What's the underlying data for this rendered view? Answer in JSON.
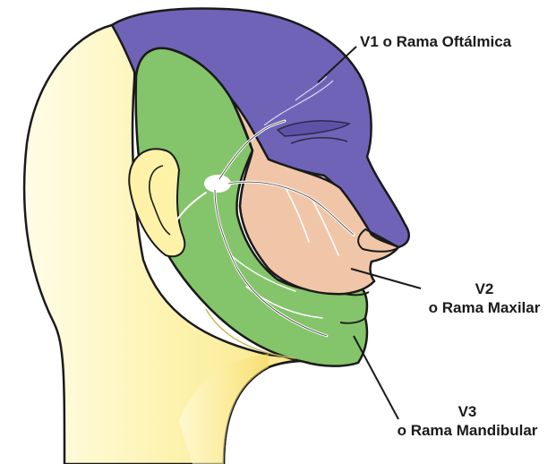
{
  "diagram": {
    "colors": {
      "skin": "#fdf2a8",
      "skin_light": "#fffbe0",
      "v1_region": "#6f63b8",
      "v2_region": "#f1c6a8",
      "v3_region": "#84c46a",
      "outline": "#1a1a1a",
      "nerve": "#ffffff"
    },
    "labels": {
      "v1": "V1 o Rama Oftálmica",
      "v2_line1": "V2",
      "v2_line2": "o Rama Maxilar",
      "v3_line1": "V3",
      "v3_line2": "o Rama Mandibular"
    }
  }
}
